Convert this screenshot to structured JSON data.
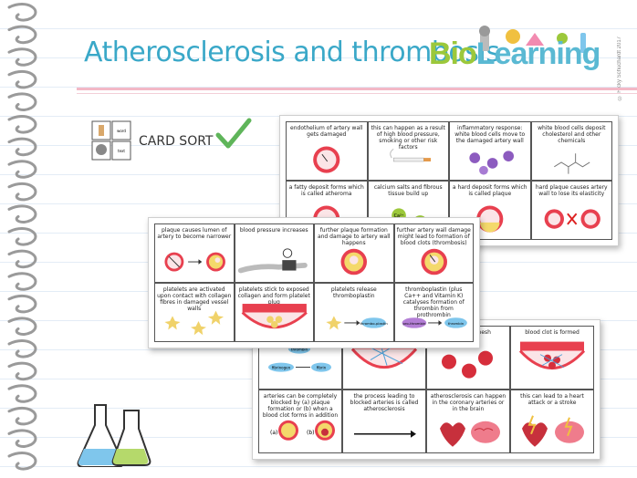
{
  "title": "Atherosclerosis and thrombosis",
  "logo": {
    "part1": "Bio",
    "part2": "Learning",
    "copyright": "© Ricky Schuchardt 2017"
  },
  "card_sort": {
    "label": "CARD SORT",
    "mini_card_labels": [
      "word",
      "text"
    ]
  },
  "sheet1": {
    "cards": [
      "endothelium of artery wall gets damaged",
      "this can happen as a result of high blood pressure, smoking or other risk factors",
      "inflammatory response: white blood cells move to the damaged artery wall",
      "white blood cells deposit cholesterol and other chemicals",
      "a fatty deposit forms which is called atheroma",
      "calcium salts and fibrous tissue build up",
      "a hard deposit forms which is called plaque",
      "hard plaque causes artery wall to lose its elasticity"
    ],
    "ca_label": "Ca²⁺"
  },
  "sheet2": {
    "cards": [
      "plaque causes lumen of artery to become narrower",
      "blood pressure increases",
      "further plaque formation and damage to artery wall happens",
      "further artery wall damage might lead to formation of blood clots (thrombosis)",
      "platelets are activated upon contact with collagen fibres in damaged vessel walls",
      "platelets stick to exposed collagen and form platelet plug",
      "platelets release thromboplastin",
      "thromboplastin (plus Ca++ and Vitamin K) catalyses formation of thrombin from prothrombin"
    ],
    "ovals": {
      "thromboplastin": "thrombo-plastin",
      "prothrombin": "pro-thrombin",
      "thrombin": "thrombin"
    }
  },
  "sheet3": {
    "cards": [
      "",
      "",
      "ells are rin mesh",
      "blood clot is formed",
      "arteries can be completely blocked by (a) plaque formation or (b) when a blood clot forms in addition",
      "the process leading to blocked arteries is called atherosclerosis",
      "atherosclerosis can happen in the coronary arteries or in the brain",
      "this can lead to a heart attack or a stroke"
    ],
    "ovals": {
      "thrombin": "thrombin",
      "fibrinogen": "fibrinogen",
      "fibrin": "fibrin"
    },
    "labels": {
      "a": "(a)",
      "b": "(b)"
    }
  },
  "colors": {
    "title": "#3aa8c8",
    "tick": "#5fb55a",
    "artery": "#e8404f",
    "plaque": "#f4d96b",
    "oval": "#7fc6ec"
  }
}
